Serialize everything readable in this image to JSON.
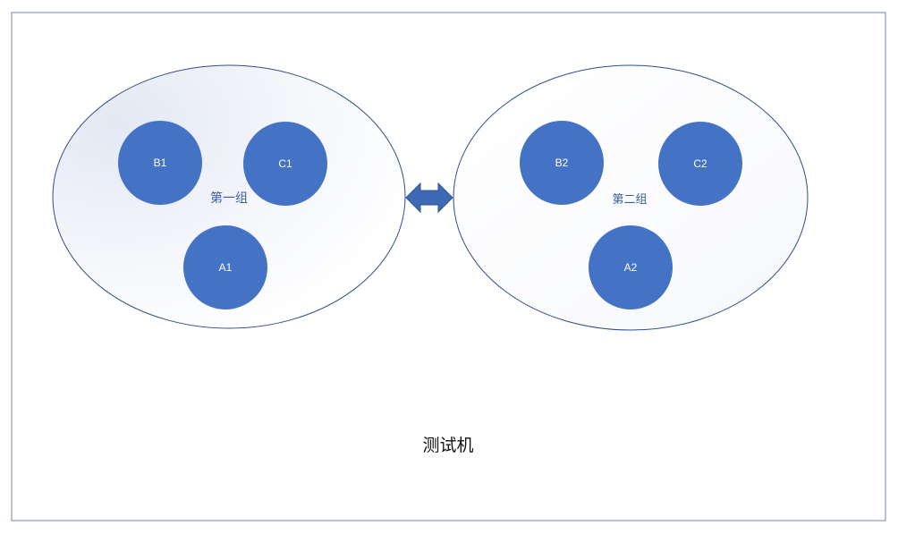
{
  "colors": {
    "node_fill": "#4472c4",
    "outline": "#2f4f8f",
    "arrow_fill": "#3d69b5"
  },
  "container": {
    "label": "测试机"
  },
  "groups": [
    {
      "label": "第一组",
      "nodes": [
        "B1",
        "C1",
        "A1"
      ]
    },
    {
      "label": "第二组",
      "nodes": [
        "B2",
        "C2",
        "A2"
      ]
    }
  ],
  "connector": {
    "type": "bidirectional-arrow"
  }
}
